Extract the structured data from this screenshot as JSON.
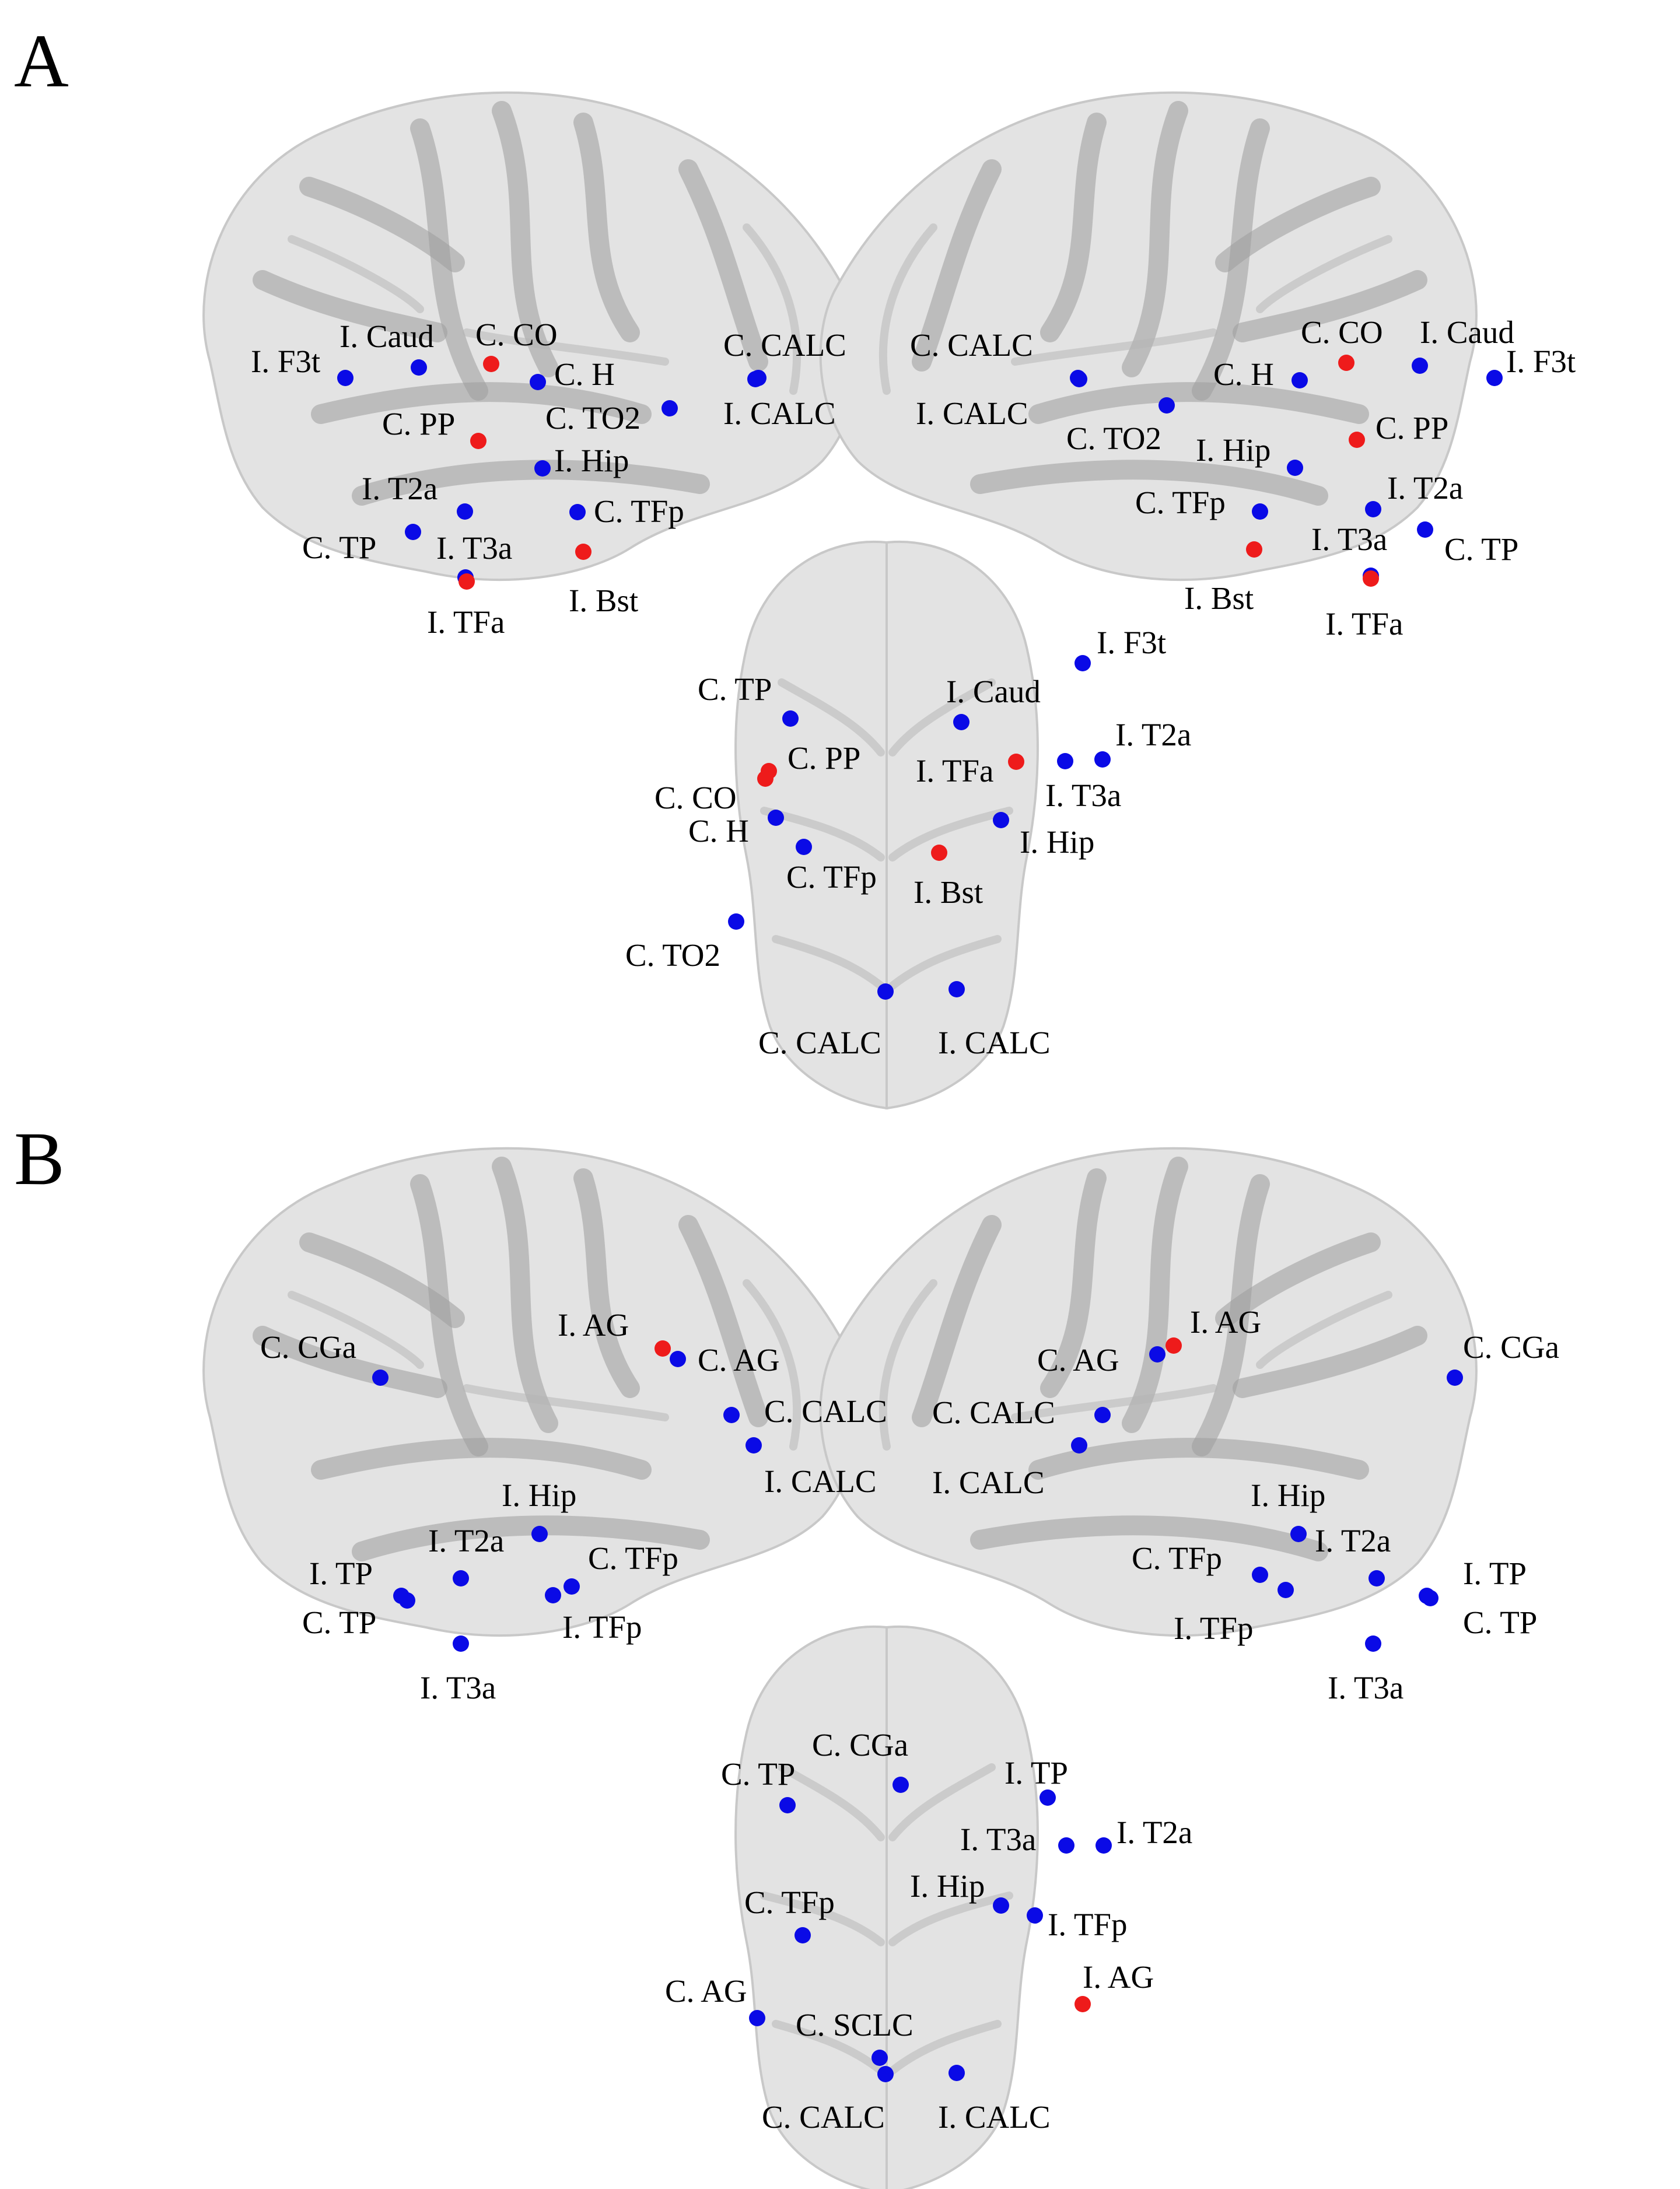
{
  "colors": {
    "ipsilateral_or_contralateral_node": "#0a0ae6",
    "highlight_node": "#ee1b1b",
    "brain": "#e3e3e3"
  },
  "panels": [
    {
      "letter": "A",
      "left_view": [
        {
          "label": "I. F3t",
          "color": "blue"
        },
        {
          "label": "I. Caud",
          "color": "blue"
        },
        {
          "label": "C. CO",
          "color": "red"
        },
        {
          "label": "C. H",
          "color": "blue"
        },
        {
          "label": "C. CALC",
          "color": "blue"
        },
        {
          "label": "I. CALC",
          "color": "blue"
        },
        {
          "label": "C. TO2",
          "color": "blue"
        },
        {
          "label": "C. PP",
          "color": "red"
        },
        {
          "label": "I. Hip",
          "color": "blue"
        },
        {
          "label": "I. T2a",
          "color": "blue"
        },
        {
          "label": "C. TFp",
          "color": "blue"
        },
        {
          "label": "C. TP",
          "color": "blue"
        },
        {
          "label": "I. T3a",
          "color": "blue"
        },
        {
          "label": "I. Bst",
          "color": "red"
        },
        {
          "label": "I. TFa",
          "color": "red"
        }
      ],
      "right_view": [
        {
          "label": "C. CALC",
          "color": "blue"
        },
        {
          "label": "I. CALC",
          "color": "blue"
        },
        {
          "label": "C. CO",
          "color": "red"
        },
        {
          "label": "I. Caud",
          "color": "blue"
        },
        {
          "label": "C. H",
          "color": "blue"
        },
        {
          "label": "I. F3t",
          "color": "blue"
        },
        {
          "label": "C. TO2",
          "color": "blue"
        },
        {
          "label": "I. Hip",
          "color": "blue"
        },
        {
          "label": "C. PP",
          "color": "red"
        },
        {
          "label": "C. TFp",
          "color": "blue"
        },
        {
          "label": "I. T2a",
          "color": "blue"
        },
        {
          "label": "I. T3a",
          "color": "blue"
        },
        {
          "label": "C. TP",
          "color": "blue"
        },
        {
          "label": "I. Bst",
          "color": "red"
        },
        {
          "label": "I. TFa",
          "color": "red"
        }
      ],
      "bottom_view": [
        {
          "label": "I. F3t",
          "color": "blue"
        },
        {
          "label": "C. TP",
          "color": "blue"
        },
        {
          "label": "I. Caud",
          "color": "blue"
        },
        {
          "label": "I. T2a",
          "color": "blue"
        },
        {
          "label": "C. PP",
          "color": "red"
        },
        {
          "label": "I. TFa",
          "color": "red"
        },
        {
          "label": "C. CO",
          "color": "red"
        },
        {
          "label": "I. T3a",
          "color": "blue"
        },
        {
          "label": "C. H",
          "color": "blue"
        },
        {
          "label": "I. Hip",
          "color": "blue"
        },
        {
          "label": "C. TFp",
          "color": "blue"
        },
        {
          "label": "I. Bst",
          "color": "red"
        },
        {
          "label": "C. TO2",
          "color": "blue"
        },
        {
          "label": "C. CALC",
          "color": "blue"
        },
        {
          "label": "I. CALC",
          "color": "blue"
        }
      ]
    },
    {
      "letter": "B",
      "left_view": [
        {
          "label": "C. CGa",
          "color": "blue"
        },
        {
          "label": "I. AG",
          "color": "red"
        },
        {
          "label": "C. AG",
          "color": "blue"
        },
        {
          "label": "C. CALC",
          "color": "blue"
        },
        {
          "label": "I. CALC",
          "color": "blue"
        },
        {
          "label": "I. Hip",
          "color": "blue"
        },
        {
          "label": "I. T2a",
          "color": "blue"
        },
        {
          "label": "C. TFp",
          "color": "blue"
        },
        {
          "label": "I. TP",
          "color": "blue"
        },
        {
          "label": "C. TP",
          "color": "blue"
        },
        {
          "label": "I. TFp",
          "color": "blue"
        },
        {
          "label": "I. T3a",
          "color": "blue"
        }
      ],
      "right_view": [
        {
          "label": "I. AG",
          "color": "red"
        },
        {
          "label": "C. AG",
          "color": "blue"
        },
        {
          "label": "C. CGa",
          "color": "blue"
        },
        {
          "label": "C. CALC",
          "color": "blue"
        },
        {
          "label": "I. CALC",
          "color": "blue"
        },
        {
          "label": "I. Hip",
          "color": "blue"
        },
        {
          "label": "C. TFp",
          "color": "blue"
        },
        {
          "label": "I. T2a",
          "color": "blue"
        },
        {
          "label": "I. TP",
          "color": "blue"
        },
        {
          "label": "I. TFp",
          "color": "blue"
        },
        {
          "label": "C. TP",
          "color": "blue"
        },
        {
          "label": "I. T3a",
          "color": "blue"
        }
      ],
      "bottom_view": [
        {
          "label": "C. TP",
          "color": "blue"
        },
        {
          "label": "C. CGa",
          "color": "blue"
        },
        {
          "label": "I. TP",
          "color": "blue"
        },
        {
          "label": "I. T3a",
          "color": "blue"
        },
        {
          "label": "I. T2a",
          "color": "blue"
        },
        {
          "label": "I. Hip",
          "color": "blue"
        },
        {
          "label": "C. TFp",
          "color": "blue"
        },
        {
          "label": "I. TFp",
          "color": "blue"
        },
        {
          "label": "I. AG",
          "color": "red"
        },
        {
          "label": "C. AG",
          "color": "blue"
        },
        {
          "label": "C. SCLC",
          "color": "blue"
        },
        {
          "label": "C. CALC",
          "color": "blue"
        },
        {
          "label": "I. CALC",
          "color": "blue"
        }
      ]
    }
  ]
}
